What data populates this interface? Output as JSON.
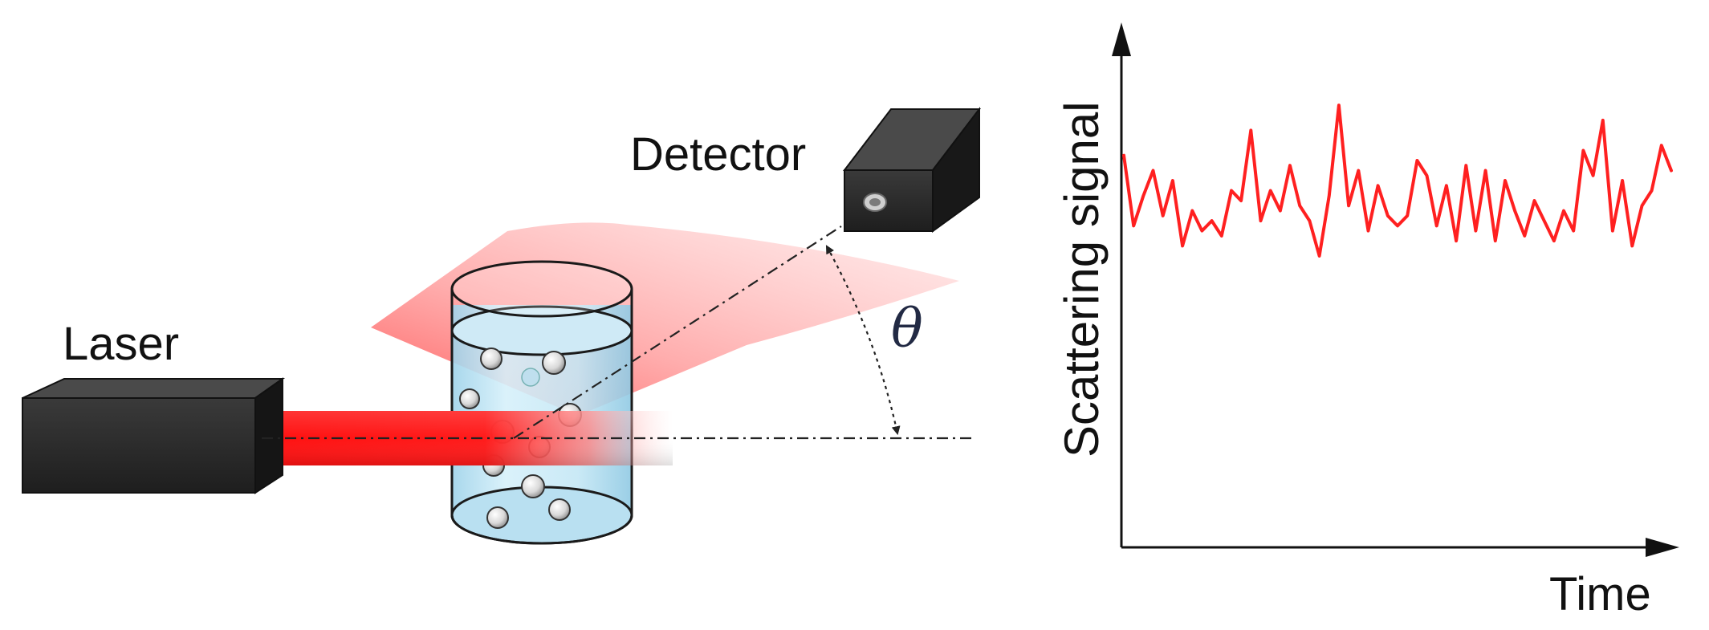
{
  "labels": {
    "laser": "Laser",
    "detector": "Detector",
    "angle": "θ"
  },
  "colors": {
    "laser_beam": "#ff1a1a",
    "signal_line": "#ff2020",
    "box_dark": "#2b2b2b",
    "liquid": "#bfe4f2",
    "scatter_cone": "#ff9a9a"
  },
  "icons": {
    "laser": "laser-box-icon",
    "detector": "detector-box-icon",
    "cuvette": "sample-cuvette-icon"
  },
  "chart_data": {
    "type": "line",
    "title": "",
    "xlabel": "Time",
    "ylabel": "Scattering signal",
    "grid": false,
    "legend": "none",
    "series": [
      {
        "values": [
          0.78,
          0.64,
          0.7,
          0.75,
          0.66,
          0.73,
          0.6,
          0.67,
          0.63,
          0.65,
          0.62,
          0.71,
          0.69,
          0.83,
          0.65,
          0.71,
          0.67,
          0.76,
          0.68,
          0.65,
          0.58,
          0.7,
          0.88,
          0.68,
          0.75,
          0.63,
          0.72,
          0.66,
          0.64,
          0.66,
          0.77,
          0.74,
          0.64,
          0.72,
          0.61,
          0.76,
          0.63,
          0.75,
          0.61,
          0.73,
          0.67,
          0.62,
          0.69,
          0.65,
          0.61,
          0.67,
          0.63,
          0.79,
          0.74,
          0.85,
          0.63,
          0.73,
          0.6,
          0.68,
          0.71,
          0.8,
          0.75
        ]
      }
    ]
  }
}
